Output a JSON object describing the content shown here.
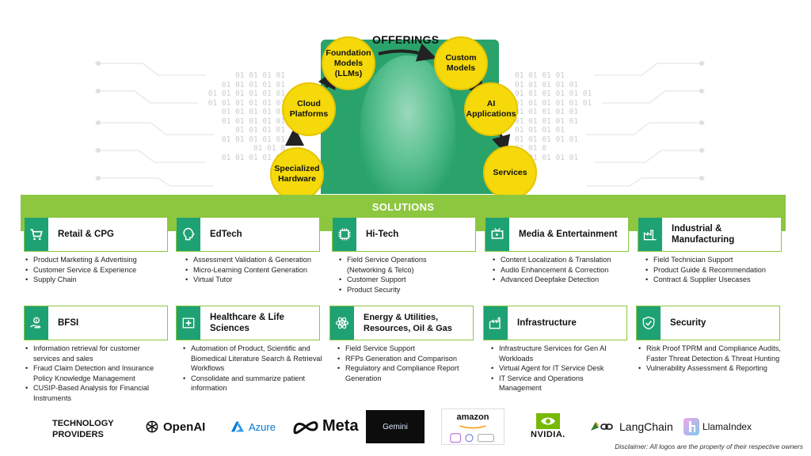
{
  "offerings": {
    "title": "OFFERINGS",
    "items": [
      {
        "label": "Specialized Hardware"
      },
      {
        "label": "Cloud Platforms"
      },
      {
        "label": "Foundation Models (LLMs)"
      },
      {
        "label": "Custom Models"
      },
      {
        "label": "AI Applications"
      },
      {
        "label": "Services"
      }
    ]
  },
  "binary_rows": [
    "01 01 01 01",
    "01 01 01 01 01",
    "01 01 01 01 01 01",
    "01 01 01 01 01 01",
    "01 01 01 01 01",
    "01 01 01 01 01",
    "01 01 01 01",
    "01 01 01 01 01",
    "01 01 0",
    "01 01 01 01 01"
  ],
  "solutions": {
    "title": "SOLUTIONS",
    "cards": [
      {
        "label": "Retail & CPG",
        "icon": "cart-icon",
        "bullets": [
          "Product Marketing & Advertising",
          "Customer Service & Experience",
          "Supply Chain"
        ]
      },
      {
        "label": "EdTech",
        "icon": "brain-icon",
        "bullets": [
          "Assessment Validation & Generation",
          "Micro-Learning Content Generation",
          "Virtual Tutor"
        ]
      },
      {
        "label": "Hi-Tech",
        "icon": "chip-icon",
        "bullets": [
          "Field Service Operations (Networking & Telco)",
          "Customer Support",
          "Product Security"
        ]
      },
      {
        "label": "Media & Entertainment",
        "icon": "media-icon",
        "bullets": [
          "Content Localization & Translation",
          "Audio Enhancement & Correction",
          "Advanced Deepfake Detection"
        ]
      },
      {
        "label": "Industrial & Manufacturing",
        "icon": "factory-icon",
        "bullets": [
          "Field Technician Support",
          "Product Guide & Recommendation",
          "Contract & Supplier Usecases"
        ]
      },
      {
        "label": "BFSI",
        "icon": "money-hand-icon",
        "bullets": [
          "Information retrieval for customer services and sales",
          "Fraud Claim Detection and Insurance Policy Knowledge Management",
          "CUSIP-Based Analysis for Financial Instruments"
        ]
      },
      {
        "label": "Healthcare & Life Sciences",
        "icon": "medical-icon",
        "bullets": [
          "Automation of Product, Scientific and Biomedical Literature Search & Retrieval Workflows",
          "Consolidate and summarize patient information"
        ]
      },
      {
        "label": "Energy & Utilities, Resources, Oil & Gas",
        "icon": "atom-icon",
        "bullets": [
          "Field Service Support",
          "RFPs Generation and Comparison",
          "Regulatory and Compliance Report Generation"
        ]
      },
      {
        "label": "Infrastructure",
        "icon": "building-icon",
        "bullets": [
          "Infrastructure Services for Gen AI Workloads",
          "Virtual Agent for IT Service Desk",
          "IT Service and Operations Management"
        ]
      },
      {
        "label": "Security",
        "icon": "shield-check-icon",
        "bullets": [
          "Risk Proof TPRM and Compliance Audits, Faster Threat Detection & Threat Hunting",
          "Vulnerability Assessment & Reporting"
        ]
      }
    ]
  },
  "providers": {
    "title": "TECHNOLOGY PROVIDERS",
    "logos": [
      {
        "name": "OpenAI",
        "icon": "openai-knot-icon"
      },
      {
        "name": "Azure",
        "icon": "azure-a-icon"
      },
      {
        "name": "Meta",
        "icon": "meta-infinity-icon"
      },
      {
        "name": "Gemini",
        "icon": "gemini-badge"
      },
      {
        "name": "amazon",
        "icon": "amazon-smile-icon"
      },
      {
        "name": "NVIDIA.",
        "icon": "nvidia-eye-icon"
      },
      {
        "name": "LangChain",
        "icon": "parrot-chain-icon"
      },
      {
        "name": "LlamaIndex",
        "icon": "llama-icon"
      }
    ]
  },
  "disclaimer": "Disclaimer: All logos are the property of their respective owners",
  "colors": {
    "accent_green": "#8dc63f",
    "icon_teal": "#1fa273",
    "offering_yellow": "#f5d90a",
    "hero_green": "#2aa36b"
  }
}
